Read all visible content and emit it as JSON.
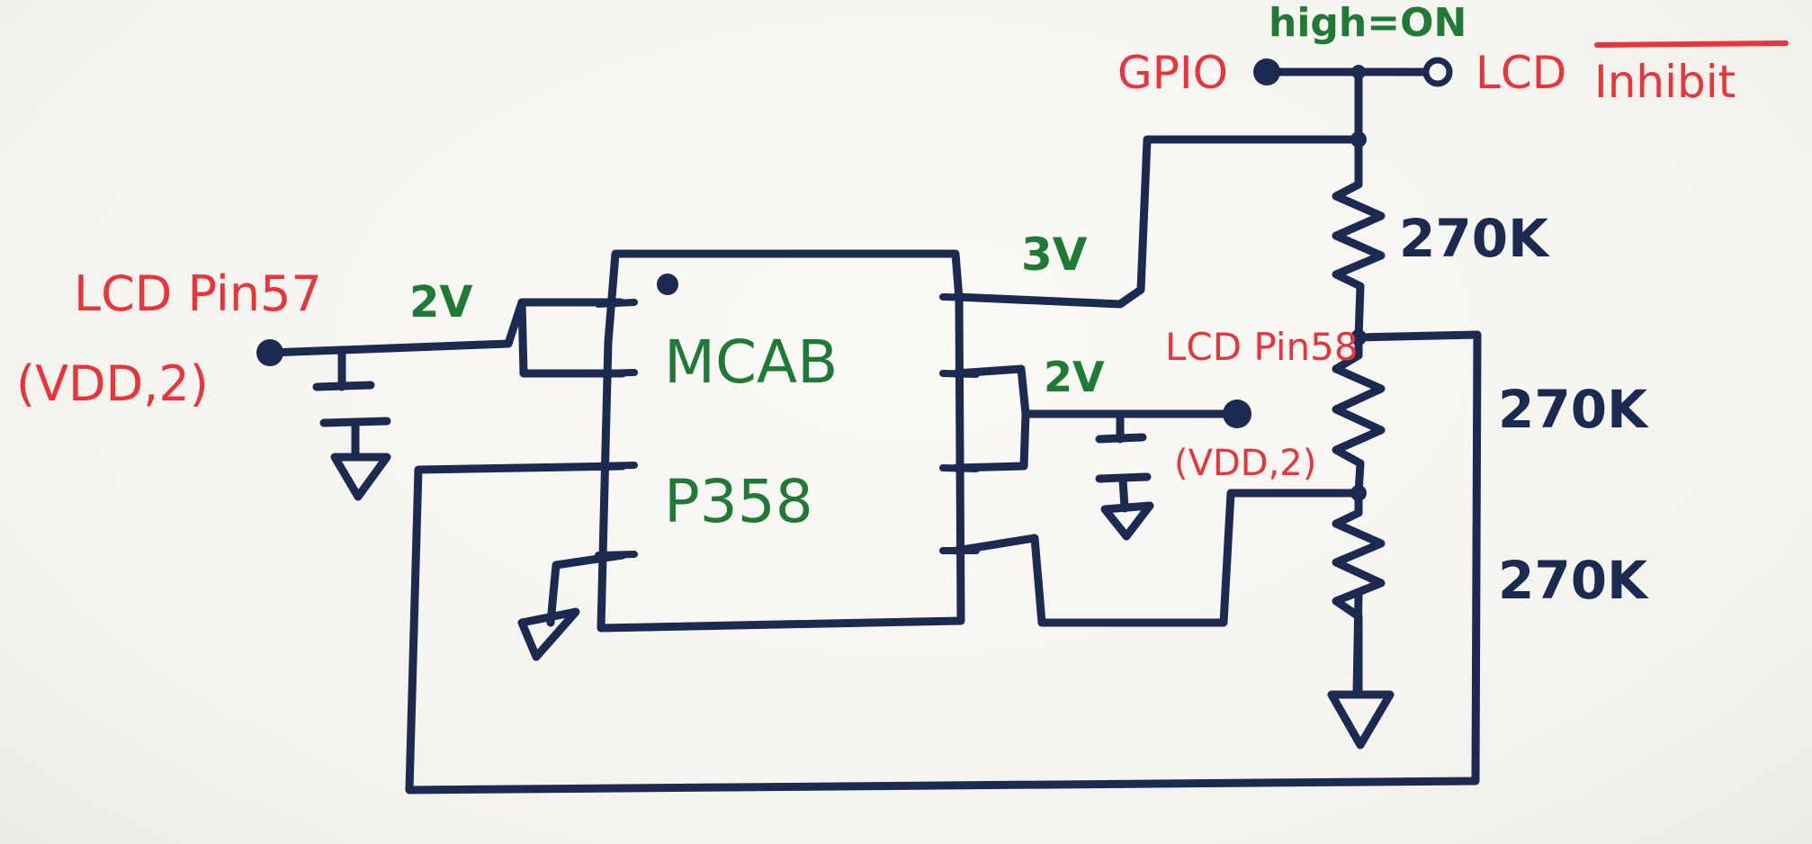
{
  "labels": {
    "lcd_pin57": "LCD Pin57",
    "vdd2_left": "(VDD,2)",
    "v2_left": "2V",
    "chip_line1": "MCAB",
    "chip_line2": "P358",
    "v3": "3V",
    "v2_right": "2V",
    "lcd_pin58": "LCD Pin58",
    "vdd2_right": "(VDD,2)",
    "gpio": "GPIO",
    "high_on": "high=ON",
    "lcd_inhibit_prefix": "LCD",
    "lcd_inhibit_word": "Inhibit",
    "r1": "270K",
    "r2": "270K",
    "r3": "270K"
  },
  "colors": {
    "wire": "#1c2a52",
    "label_red": "#e8343a",
    "label_green": "#1f7a35",
    "paper": "#f7f6f2"
  }
}
